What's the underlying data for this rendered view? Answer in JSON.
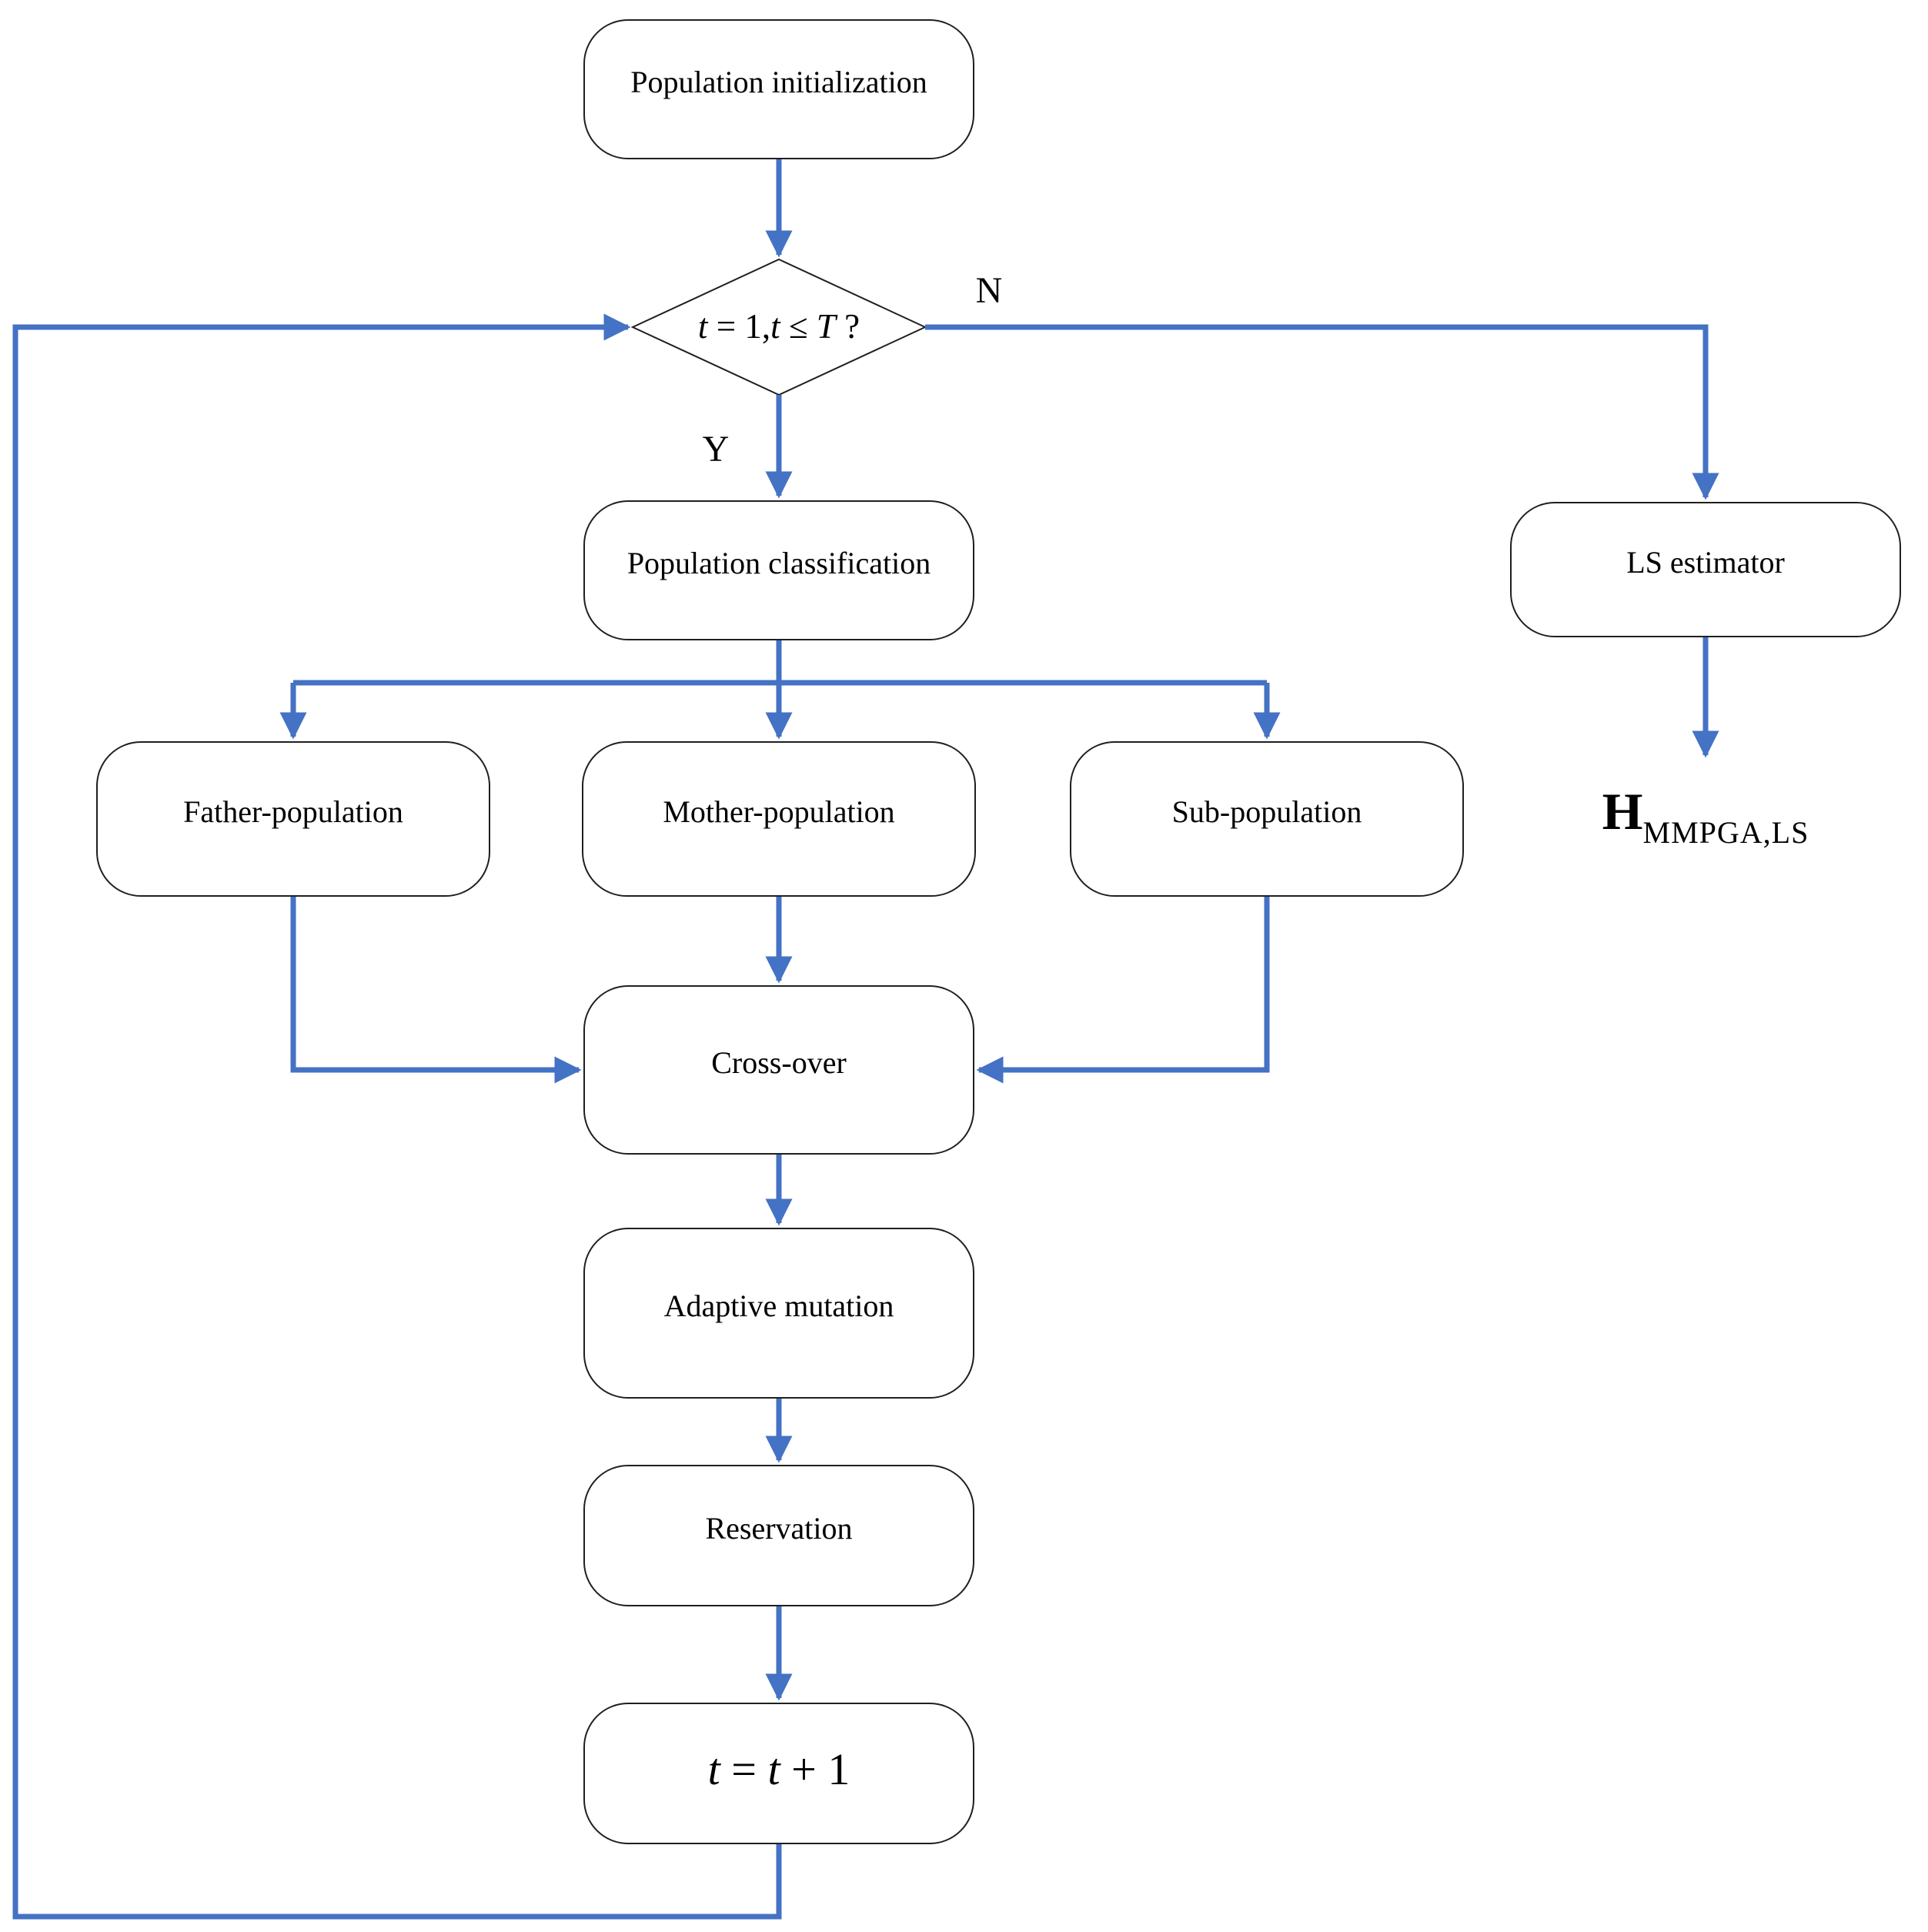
{
  "colors": {
    "accent": "#4472C4",
    "node_border": "#1f1f1f",
    "text": "#000000"
  },
  "nodes": {
    "population_init": "Population initialization",
    "decision": {
      "t1": "t",
      "mid": " = 1,",
      "t2": "t",
      "leq": " ≤ ",
      "T": "T",
      "q": " ?"
    },
    "population_class": "Population classification",
    "father": "Father-population",
    "mother": "Mother-population",
    "sub": "Sub-population",
    "crossover": "Cross-over",
    "adaptive": "Adaptive mutation",
    "reservation": "Reservation",
    "t_update": {
      "t1": "t",
      "eq": " = ",
      "t2": "t",
      "plus": " + 1"
    },
    "ls_estimator": "LS estimator",
    "output": {
      "main": "H",
      "subscript": "MMPGA,LS"
    }
  },
  "edge_labels": {
    "yes": "Y",
    "no": "N"
  }
}
